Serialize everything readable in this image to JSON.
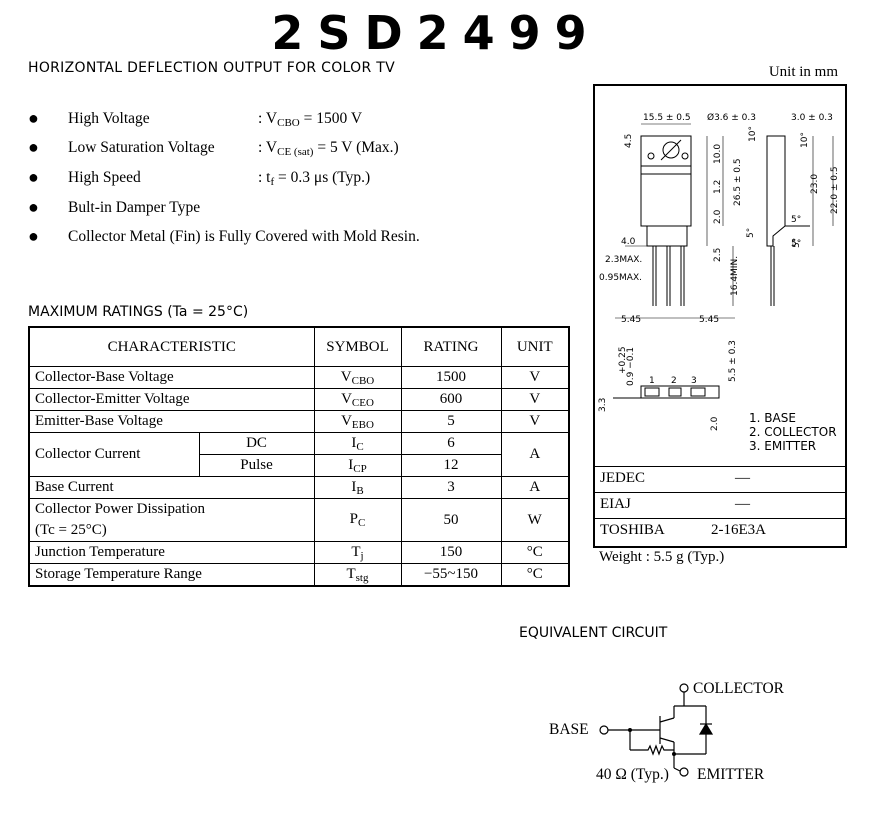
{
  "header": {
    "part_number": "2SD2499",
    "subtitle": "HORIZONTAL DEFLECTION OUTPUT FOR COLOR TV",
    "unit_note": "Unit in mm"
  },
  "features": [
    {
      "label": "High Voltage",
      "value": ": V",
      "sym_sub": "CBO",
      "rest": " = 1500 V"
    },
    {
      "label": "Low Saturation Voltage",
      "value": ": V",
      "sym_sub": "CE (sat)",
      "rest": " = 5 V (Max.)"
    },
    {
      "label": "High Speed",
      "value": ": t",
      "sym_sub": "f",
      "rest": " = 0.3 μs (Typ.)"
    },
    {
      "label": "Bult-in Damper Type"
    },
    {
      "label": "Collector Metal (Fin) is Fully Covered with Mold Resin."
    }
  ],
  "ratings": {
    "title": "MAXIMUM RATINGS (Ta = 25°C)",
    "headers": [
      "CHARACTERISTIC",
      "SYMBOL",
      "RATING",
      "UNIT"
    ],
    "rows": [
      {
        "char": "Collector-Base Voltage",
        "sym": "V",
        "sub": "CBO",
        "rating": "1500",
        "unit": "V"
      },
      {
        "char": "Collector-Emitter Voltage",
        "sym": "V",
        "sub": "CEO",
        "rating": "600",
        "unit": "V"
      },
      {
        "char": "Emitter-Base Voltage",
        "sym": "V",
        "sub": "EBO",
        "rating": "5",
        "unit": "V"
      },
      {
        "char": "Collector Current",
        "cond1": "DC",
        "sym1": "I",
        "sub1": "C",
        "rating1": "6",
        "cond2": "Pulse",
        "sym2": "I",
        "sub2": "CP",
        "rating2": "12",
        "unit": "A"
      },
      {
        "char": "Base Current",
        "sym": "I",
        "sub": "B",
        "rating": "3",
        "unit": "A"
      },
      {
        "char": "Collector Power Dissipation",
        "char2": "(Tc = 25°C)",
        "sym": "P",
        "sub": "C",
        "rating": "50",
        "unit": "W"
      },
      {
        "char": "Junction Temperature",
        "sym": "T",
        "sub": "j",
        "rating": "150",
        "unit": "°C"
      },
      {
        "char": "Storage Temperature Range",
        "sym": "T",
        "sub": "stg",
        "rating": "−55~150",
        "unit": "°C"
      }
    ]
  },
  "package": {
    "dims": [
      "15.5 ± 0.5",
      "Ø3.6 ± 0.3",
      "3.0 ± 0.3",
      "4.5",
      "10.0",
      "1.2",
      "26.5 ± 0.5",
      "2.0",
      "23.0",
      "22.0 ± 0.5",
      "4.0",
      "2.3MAX.",
      "0.95MAX.",
      "2.5",
      "16.4MIN.",
      "5.45",
      "5.45",
      "+0.25",
      "0.9 −0.1",
      "5.5 ± 0.3",
      "3.3",
      "2.0",
      "10°",
      "10°",
      "5°",
      "5°",
      "5°",
      "5°"
    ],
    "pin_numbers": [
      "1",
      "2",
      "3"
    ],
    "pins": [
      "1. BASE",
      "2. COLLECTOR",
      "3. EMITTER"
    ],
    "info": [
      {
        "label": "JEDEC",
        "value": "—"
      },
      {
        "label": "EIAJ",
        "value": "—"
      },
      {
        "label": "TOSHIBA",
        "value": "2-16E3A"
      }
    ],
    "weight": "Weight : 5.5 g (Typ.)"
  },
  "circuit": {
    "title": "EQUIVALENT CIRCUIT",
    "collector": "COLLECTOR",
    "base": "BASE",
    "emitter": "EMITTER",
    "resistor": "40 Ω (Typ.)"
  }
}
